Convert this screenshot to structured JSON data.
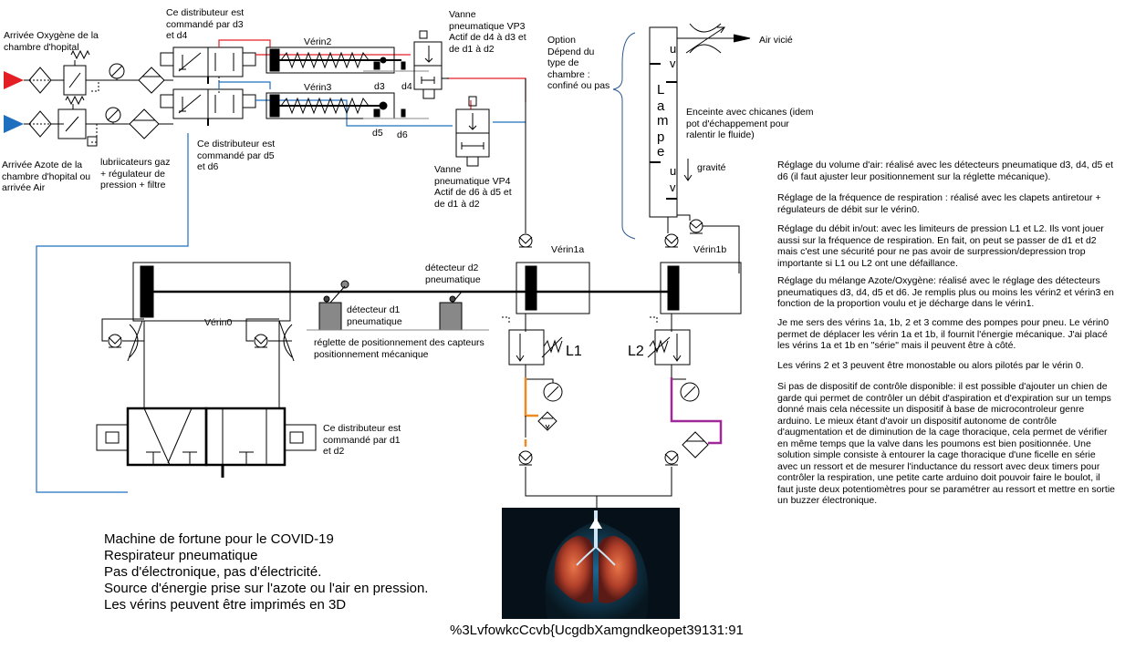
{
  "labels": {
    "o2_in": "Arrivée Oxygène de la\nchambre d'hopital",
    "n2_in": "Arrivée Azote de la\nchambre d'hopital ou\narrivée Air",
    "lubricators": "lubriicateurs gaz\n+ régulateur de\npression + filtre",
    "dist_d3_d4": "Ce distributeur est\ncommandé par d3\net d4",
    "dist_d5_d6": "Ce distributeur est\ncommandé par d5\net d6",
    "dist_d1_d2": "Ce distributeur est\ncommandé par d1\net d2",
    "verin2": "Vérin2",
    "verin3": "Vérin3",
    "verin0": "Vérin0",
    "verin1a": "Vérin1a",
    "verin1b": "Vérin1b",
    "d3": "d3",
    "d4": "d4",
    "d5": "d5",
    "d6": "d6",
    "vp3": "Vanne\npneumatique VP3\nActif de d4 à d3 et\nde d1 à d2",
    "vp4": "Vanne\npneumatique VP4\nActif de d6 à d5 et\nde d1 à d2",
    "option": "Option\nDépend du\ntype de\nchambre :\nconfiné ou pas",
    "air_vicie": "Air vicié",
    "enceinte": "Enceinte avec chicanes (idem\npot d'échappement pour\nralentir le fluide)",
    "gravite": "gravité",
    "lamp_letters": [
      "u",
      "v",
      "L",
      "a",
      "m",
      "p",
      "e",
      "u",
      "v"
    ],
    "det_d2": "détecteur d2\npneumatique",
    "det_d1": "détecteur d1\npneumatique",
    "reglette": "réglette de positionnement des capteurs\npositionnement mécanique",
    "l1": "L1",
    "l2": "L2"
  },
  "notes": [
    "Réglage du volume d'air: réalisé avec les détecteurs pneumatique d3, d4, d5 et d6 (il faut ajuster leur positionnement sur la réglette mécanique).",
    "Réglage de la fréquence de respiration : réalisé avec les clapets antiretour + régulateurs de débit sur le vérin0.",
    "Réglage du débit in/out: avec les limiteurs de pression L1 et L2. Ils vont jouer aussi sur la fréquence de respiration. En fait, on peut se passer de d1 et d2 mais c'est une sécurité pour ne pas avoir de surpression/depression trop importante si L1 ou L2 ont une défaillance.",
    "Réglage du mélange Azote/Oxygène: réalisé avec le réglage des détecteurs pneumatiques d3, d4, d5 et d6. Je remplis plus ou moins les vérin2 et vérin3 en fonction de la proportion voulu et je décharge dans le vérin1.",
    "Je me sers des vérins 1a, 1b, 2 et 3 comme des pompes pour pneu. Le vérin0 permet de déplacer les vérin 1a et 1b, il fournit l'énergie mécanique. J'ai placé les vérins 1a et 1b en \"série\" mais il peuvent être à côté.",
    "Les vérins 2 et 3 peuvent être monostable ou alors pilotés par le vérin 0.",
    "Si pas de dispositif de contrôle disponible: il est possible d'ajouter un chien de garde qui permet de contrôler un débit d'aspiration et d'expiration sur un temps donné mais cela nécessite un dispositif à base de microcontroleur genre arduino. Le mieux étant d'avoir un dispositif autonome de contrôle d'augmentation et de diminution de la cage thoracique, cela permet de vérifier en même temps que la valve dans les poumons est bien positionnée. Une solution simple consiste à entourer la cage thoracique d'une ficelle en série avec un ressort et de mesurer l'inductance du ressort avec deux timers pour contrôler la respiration, une petite carte arduino doit pouvoir faire le boulot, il faut juste deux potentiomètres pour se paramétrer au ressort et mettre en sortie un buzzer électronique."
  ],
  "caption": [
    "Machine de fortune pour le COVID-19",
    "Respirateur pneumatique",
    "Pas d'électronique, pas d'électricité.",
    "Source d'énergie prise sur l'azote ou l'air en pression.",
    "Les vérins peuvent être imprimés en 3D"
  ],
  "footer": "%3LvfowkcCcvb{UcgdbXamgndkeopet39131:91",
  "colors": {
    "oxygen": "#e31e24",
    "azote": "#1f6fc1",
    "orange_line": "#ee8a22",
    "purple_line": "#a0299a",
    "lung_bg": "#061018"
  }
}
